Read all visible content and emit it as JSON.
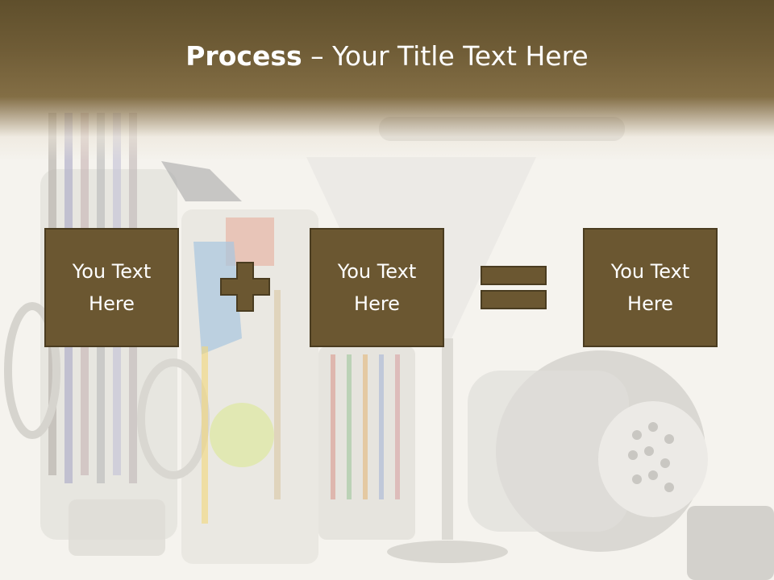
{
  "slide": {
    "title_bold": "Process",
    "title_rest": " – Your Title Text Here",
    "boxes": [
      {
        "line1": "You Text",
        "line2": "Here"
      },
      {
        "line1": "You Text",
        "line2": "Here"
      },
      {
        "line1": "You Text",
        "line2": "Here"
      }
    ],
    "operators": [
      "plus-icon",
      "equals-icon"
    ]
  },
  "colors": {
    "header": "#6f5c36",
    "box_fill": "#6b5731",
    "box_border": "#4a3c20",
    "title_text": "#ffffff"
  }
}
